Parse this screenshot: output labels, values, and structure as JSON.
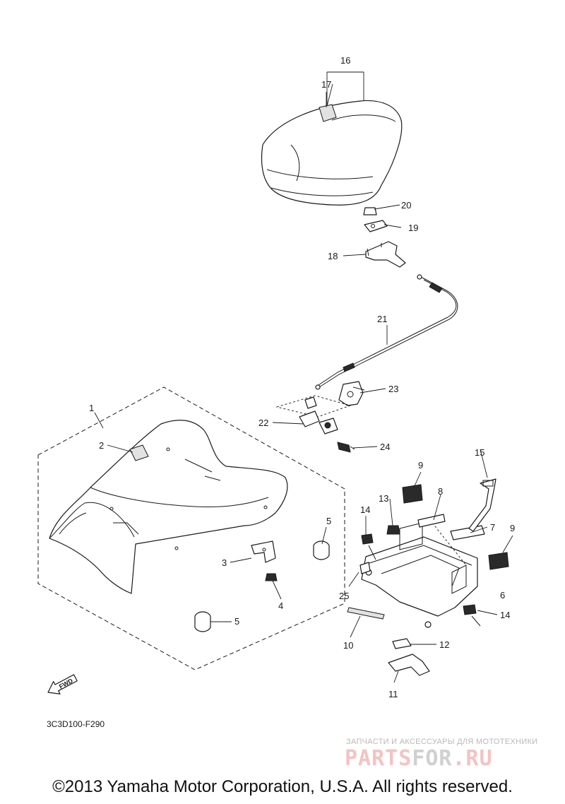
{
  "diagram": {
    "callouts": {
      "c1": "1",
      "c2": "2",
      "c3": "3",
      "c4": "4",
      "c5a": "5",
      "c5b": "5",
      "c6": "6",
      "c7": "7",
      "c8": "8",
      "c9a": "9",
      "c9b": "9",
      "c10": "10",
      "c11": "11",
      "c12": "12",
      "c13": "13",
      "c14a": "14",
      "c14b": "14",
      "c15": "15",
      "c16": "16",
      "c17": "17",
      "c18": "18",
      "c19": "19",
      "c20": "20",
      "c21": "21",
      "c22": "22",
      "c23": "23",
      "c24": "24",
      "c25": "25"
    },
    "fwd_label": "FWD",
    "drawing_code": "3C3D100-F290"
  },
  "watermark": {
    "subtitle": "ЗАПЧАСТИ И АКСЕССУАРЫ ДЛЯ МОТОТЕХНИКИ",
    "logo_part1": "PARTS",
    "logo_part2": "FOR",
    "logo_part3": ".RU"
  },
  "footer": {
    "copyright": "©2013 Yamaha Motor Corporation, U.S.A. All rights reserved."
  }
}
